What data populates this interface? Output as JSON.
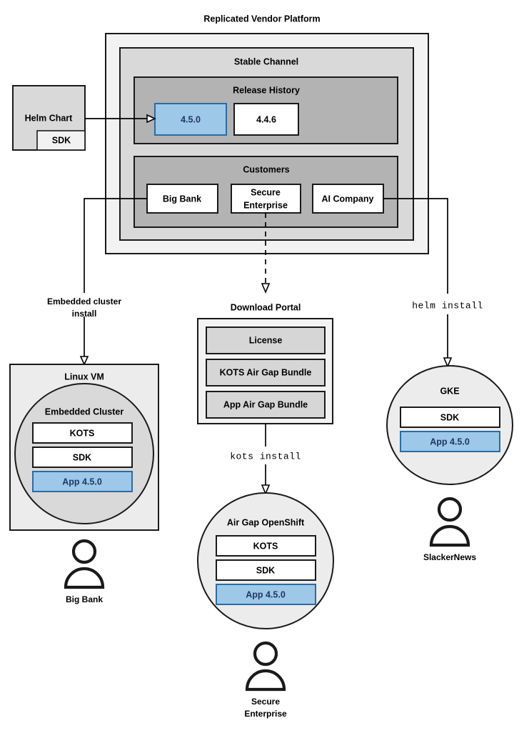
{
  "diagram": {
    "title": "Replicated Vendor Platform",
    "colors": {
      "accent_blue_fill": "#9ec8e8",
      "accent_blue_border": "#2b6ca3",
      "accent_blue_text": "#1F3864",
      "outer_panel": "#f2f2f2",
      "mid_panel": "#d9d9d9",
      "inner_panel": "#b3b3b3",
      "node_fill": "#ececec",
      "stroke": "#1a1a1a"
    },
    "source": {
      "label": "Helm Chart",
      "sub_label": "SDK"
    },
    "platform": {
      "channel_label": "Stable Channel",
      "release_history": {
        "label": "Release History",
        "releases": [
          {
            "version": "4.5.0",
            "highlighted": true
          },
          {
            "version": "4.4.6",
            "highlighted": false
          }
        ]
      },
      "customers": {
        "label": "Customers",
        "items": [
          {
            "name": "Big Bank"
          },
          {
            "name": "Secure\nEnterprise",
            "line1": "Secure",
            "line2": "Enterprise"
          },
          {
            "name": "AI Company"
          }
        ]
      }
    },
    "connectors": [
      {
        "id": "embedded-cluster-install",
        "line1": "Embedded cluster",
        "line2": "install",
        "style": "solid",
        "mono": false
      },
      {
        "id": "download-portal-link",
        "label": "",
        "style": "dashed",
        "mono": false
      },
      {
        "id": "helm-install",
        "label": "helm install",
        "style": "solid",
        "mono": true
      },
      {
        "id": "kots-install",
        "label": "kots install",
        "style": "solid",
        "mono": true
      }
    ],
    "download_portal": {
      "label": "Download Portal",
      "artifacts": [
        {
          "name": "License"
        },
        {
          "name": "KOTS Air Gap Bundle"
        },
        {
          "name": "App Air Gap Bundle"
        }
      ]
    },
    "targets": [
      {
        "id": "linux-vm",
        "label": "Linux VM",
        "shape": "rect",
        "inner_label": "Embedded Cluster",
        "components": [
          {
            "name": "KOTS",
            "highlighted": false
          },
          {
            "name": "SDK",
            "highlighted": false
          },
          {
            "name": "App 4.5.0",
            "highlighted": true
          }
        ],
        "actor": "Big Bank"
      },
      {
        "id": "air-gap-openshift",
        "label": "Air Gap OpenShift",
        "shape": "ellipse",
        "components": [
          {
            "name": "KOTS",
            "highlighted": false
          },
          {
            "name": "SDK",
            "highlighted": false
          },
          {
            "name": "App 4.5.0",
            "highlighted": true
          }
        ],
        "actor_line1": "Secure",
        "actor_line2": "Enterprise"
      },
      {
        "id": "gke",
        "label": "GKE",
        "shape": "ellipse",
        "components": [
          {
            "name": "SDK",
            "highlighted": false
          },
          {
            "name": "App 4.5.0",
            "highlighted": true
          }
        ],
        "actor": "SlackerNews"
      }
    ]
  }
}
